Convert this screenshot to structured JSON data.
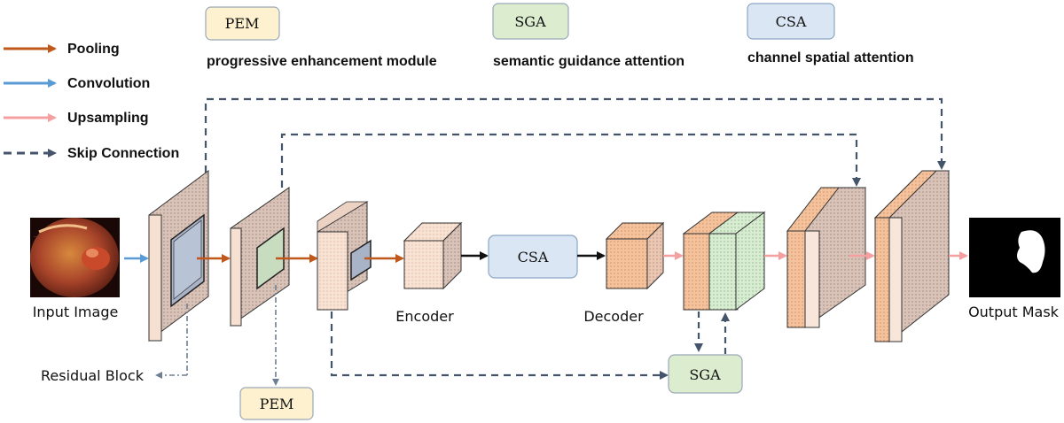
{
  "legend": {
    "pooling": "Pooling",
    "convolution": "Convolution",
    "upsampling": "Upsampling",
    "skip": "Skip Connection"
  },
  "modules": {
    "pem": {
      "abbr": "PEM",
      "full": "progressive enhancement module"
    },
    "sga": {
      "abbr": "SGA",
      "full": "semantic guidance attention"
    },
    "csa": {
      "abbr": "CSA",
      "full": "channel spatial attention"
    }
  },
  "labels": {
    "input": "Input Image",
    "output": "Output Mask",
    "encoder": "Encoder",
    "decoder": "Decoder",
    "residual": "Residual Block"
  },
  "colors": {
    "pooling": "#c0581c",
    "convolution": "#5b9bd5",
    "upsampling": "#f4a0a0",
    "skip": "#44546a",
    "pem_fill": "#fdf1cf",
    "sga_fill": "#dbeccf",
    "csa_fill": "#dbe6f4",
    "block_face": "#f6dccc",
    "orange_slab": "#f2b98a",
    "green_slab": "#cfe8c8"
  }
}
